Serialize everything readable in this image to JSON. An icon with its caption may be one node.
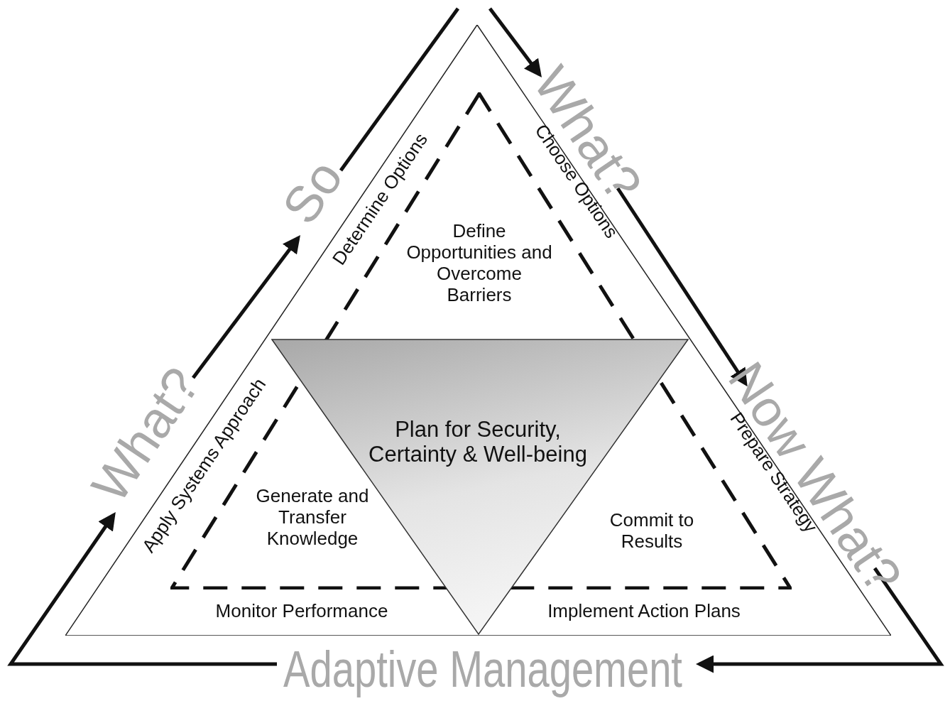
{
  "diagram": {
    "nodes": [
      {
        "text": [
          "Determine Options",
          "Choose Options",
          "Apply Systems Approach",
          "Prepare Strategy",
          "Monitor Performance",
          "Implement Action Plans"
        ]
      },
      {
        "text": [
          "Define Opportunities and Overcome Barriers",
          "Generate and Transfer Knowledge",
          "Commit to Results"
        ],
        "in": 0
      },
      {
        "text": [
          "Plan for Security, Certainty & Well-being"
        ],
        "in": 0
      }
    ],
    "labels": [
      "What?",
      "So",
      "What?",
      "Now What?",
      "Adaptive Management"
    ]
  }
}
